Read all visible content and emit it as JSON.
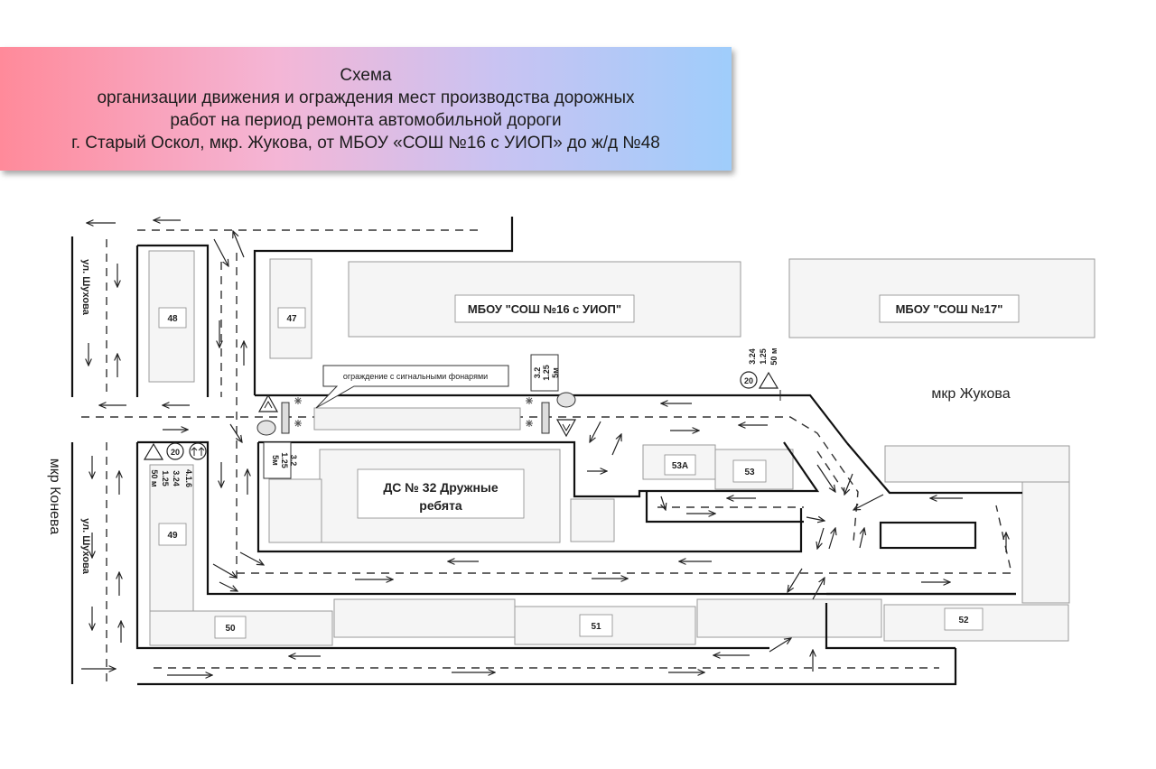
{
  "header": {
    "title_line1": "Схема",
    "title_line2": "организации движения и ограждения мест производства дорожных",
    "title_line3": "работ на период ремонта автомобильной дороги",
    "title_line4": "г. Старый Оскол, мкр. Жукова, от МБОУ «СОШ №16 с УИОП» до ж/д №48"
  },
  "colors": {
    "header_left": "#ff8a9a",
    "header_mid": "#f4b6d6",
    "header_right": "#9fcdfb",
    "road_line": "#111111",
    "building_fill": "#f5f5f5"
  },
  "districts": {
    "zhukova": "мкр Жукова",
    "koneva": "мкр Конева"
  },
  "streets": {
    "shukhova_top": "ул. Шухова",
    "shukhova_bottom": "ул. Шухова"
  },
  "buildings": {
    "b48": "48",
    "b47": "47",
    "b49": "49",
    "b50": "50",
    "b51": "51",
    "b52": "52",
    "b53": "53",
    "b53a": "53А",
    "school16": "МБОУ \"СОШ №16 с УИОП\"",
    "school17": "МБОУ \"СОШ №17\"",
    "kindergarten_line1": "ДС № 32 Дружные",
    "kindergarten_line2": "ребята"
  },
  "callout": {
    "fence_label": "ограждение с сигнальными фонарями"
  },
  "signs": {
    "left_top": {
      "line1": "3.2",
      "line2": "1.25",
      "line3": "5м"
    },
    "left_bottom": {
      "line1": "3.2",
      "line2": "1.25",
      "line3": "5м"
    },
    "right_top": {
      "line1": "3.24",
      "line2": "1.25",
      "line3": "50 м"
    },
    "left_far": {
      "line1": "4.1.6",
      "line2": "3.24",
      "line3": "1.25",
      "line4": "50 м"
    },
    "speed_limit": "20"
  }
}
